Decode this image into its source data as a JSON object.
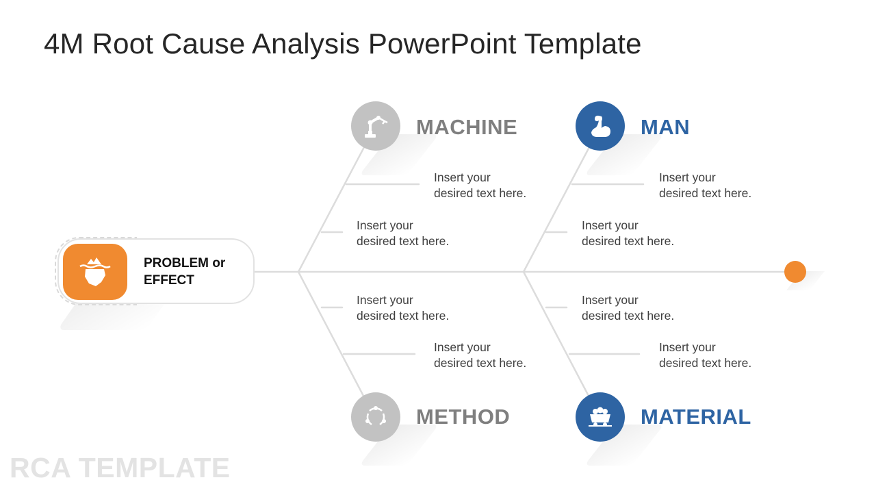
{
  "slide": {
    "title": "4M Root Cause Analysis PowerPoint Template",
    "footer": "RCA TEMPLATE"
  },
  "problem": {
    "label_line1": "PROBLEM or",
    "label_line2": "EFFECT",
    "icon": "iceberg-icon",
    "color": "#f08a30"
  },
  "categories": {
    "machine": {
      "label": "MACHINE",
      "icon": "robot-arm-icon",
      "color": "#c2c2c2",
      "text_color": "#7f7f7f"
    },
    "man": {
      "label": "MAN",
      "icon": "flexed-bicep-icon",
      "color": "#2e64a3",
      "text_color": "#2e64a3"
    },
    "method": {
      "label": "METHOD",
      "icon": "cycle-arrows-icon",
      "color": "#c2c2c2",
      "text_color": "#7f7f7f"
    },
    "material": {
      "label": "MATERIAL",
      "icon": "mine-cart-icon",
      "color": "#2e64a3",
      "text_color": "#2e64a3"
    }
  },
  "notes": {
    "machine_1": {
      "line1": "Insert your",
      "line2": "desired text here."
    },
    "machine_2": {
      "line1": "Insert your",
      "line2": "desired text here."
    },
    "man_1": {
      "line1": "Insert your",
      "line2": "desired text here."
    },
    "man_2": {
      "line1": "Insert your",
      "line2": "desired text here."
    },
    "method_1": {
      "line1": "Insert your",
      "line2": "desired text here."
    },
    "method_2": {
      "line1": "Insert your",
      "line2": "desired text here."
    },
    "material_1": {
      "line1": "Insert your",
      "line2": "desired text here."
    },
    "material_2": {
      "line1": "Insert your",
      "line2": "desired text here."
    }
  },
  "colors": {
    "accent_orange": "#f08a30",
    "accent_blue": "#2e64a3",
    "neutral_gray": "#c2c2c2",
    "line_gray": "#dcdcdc"
  }
}
